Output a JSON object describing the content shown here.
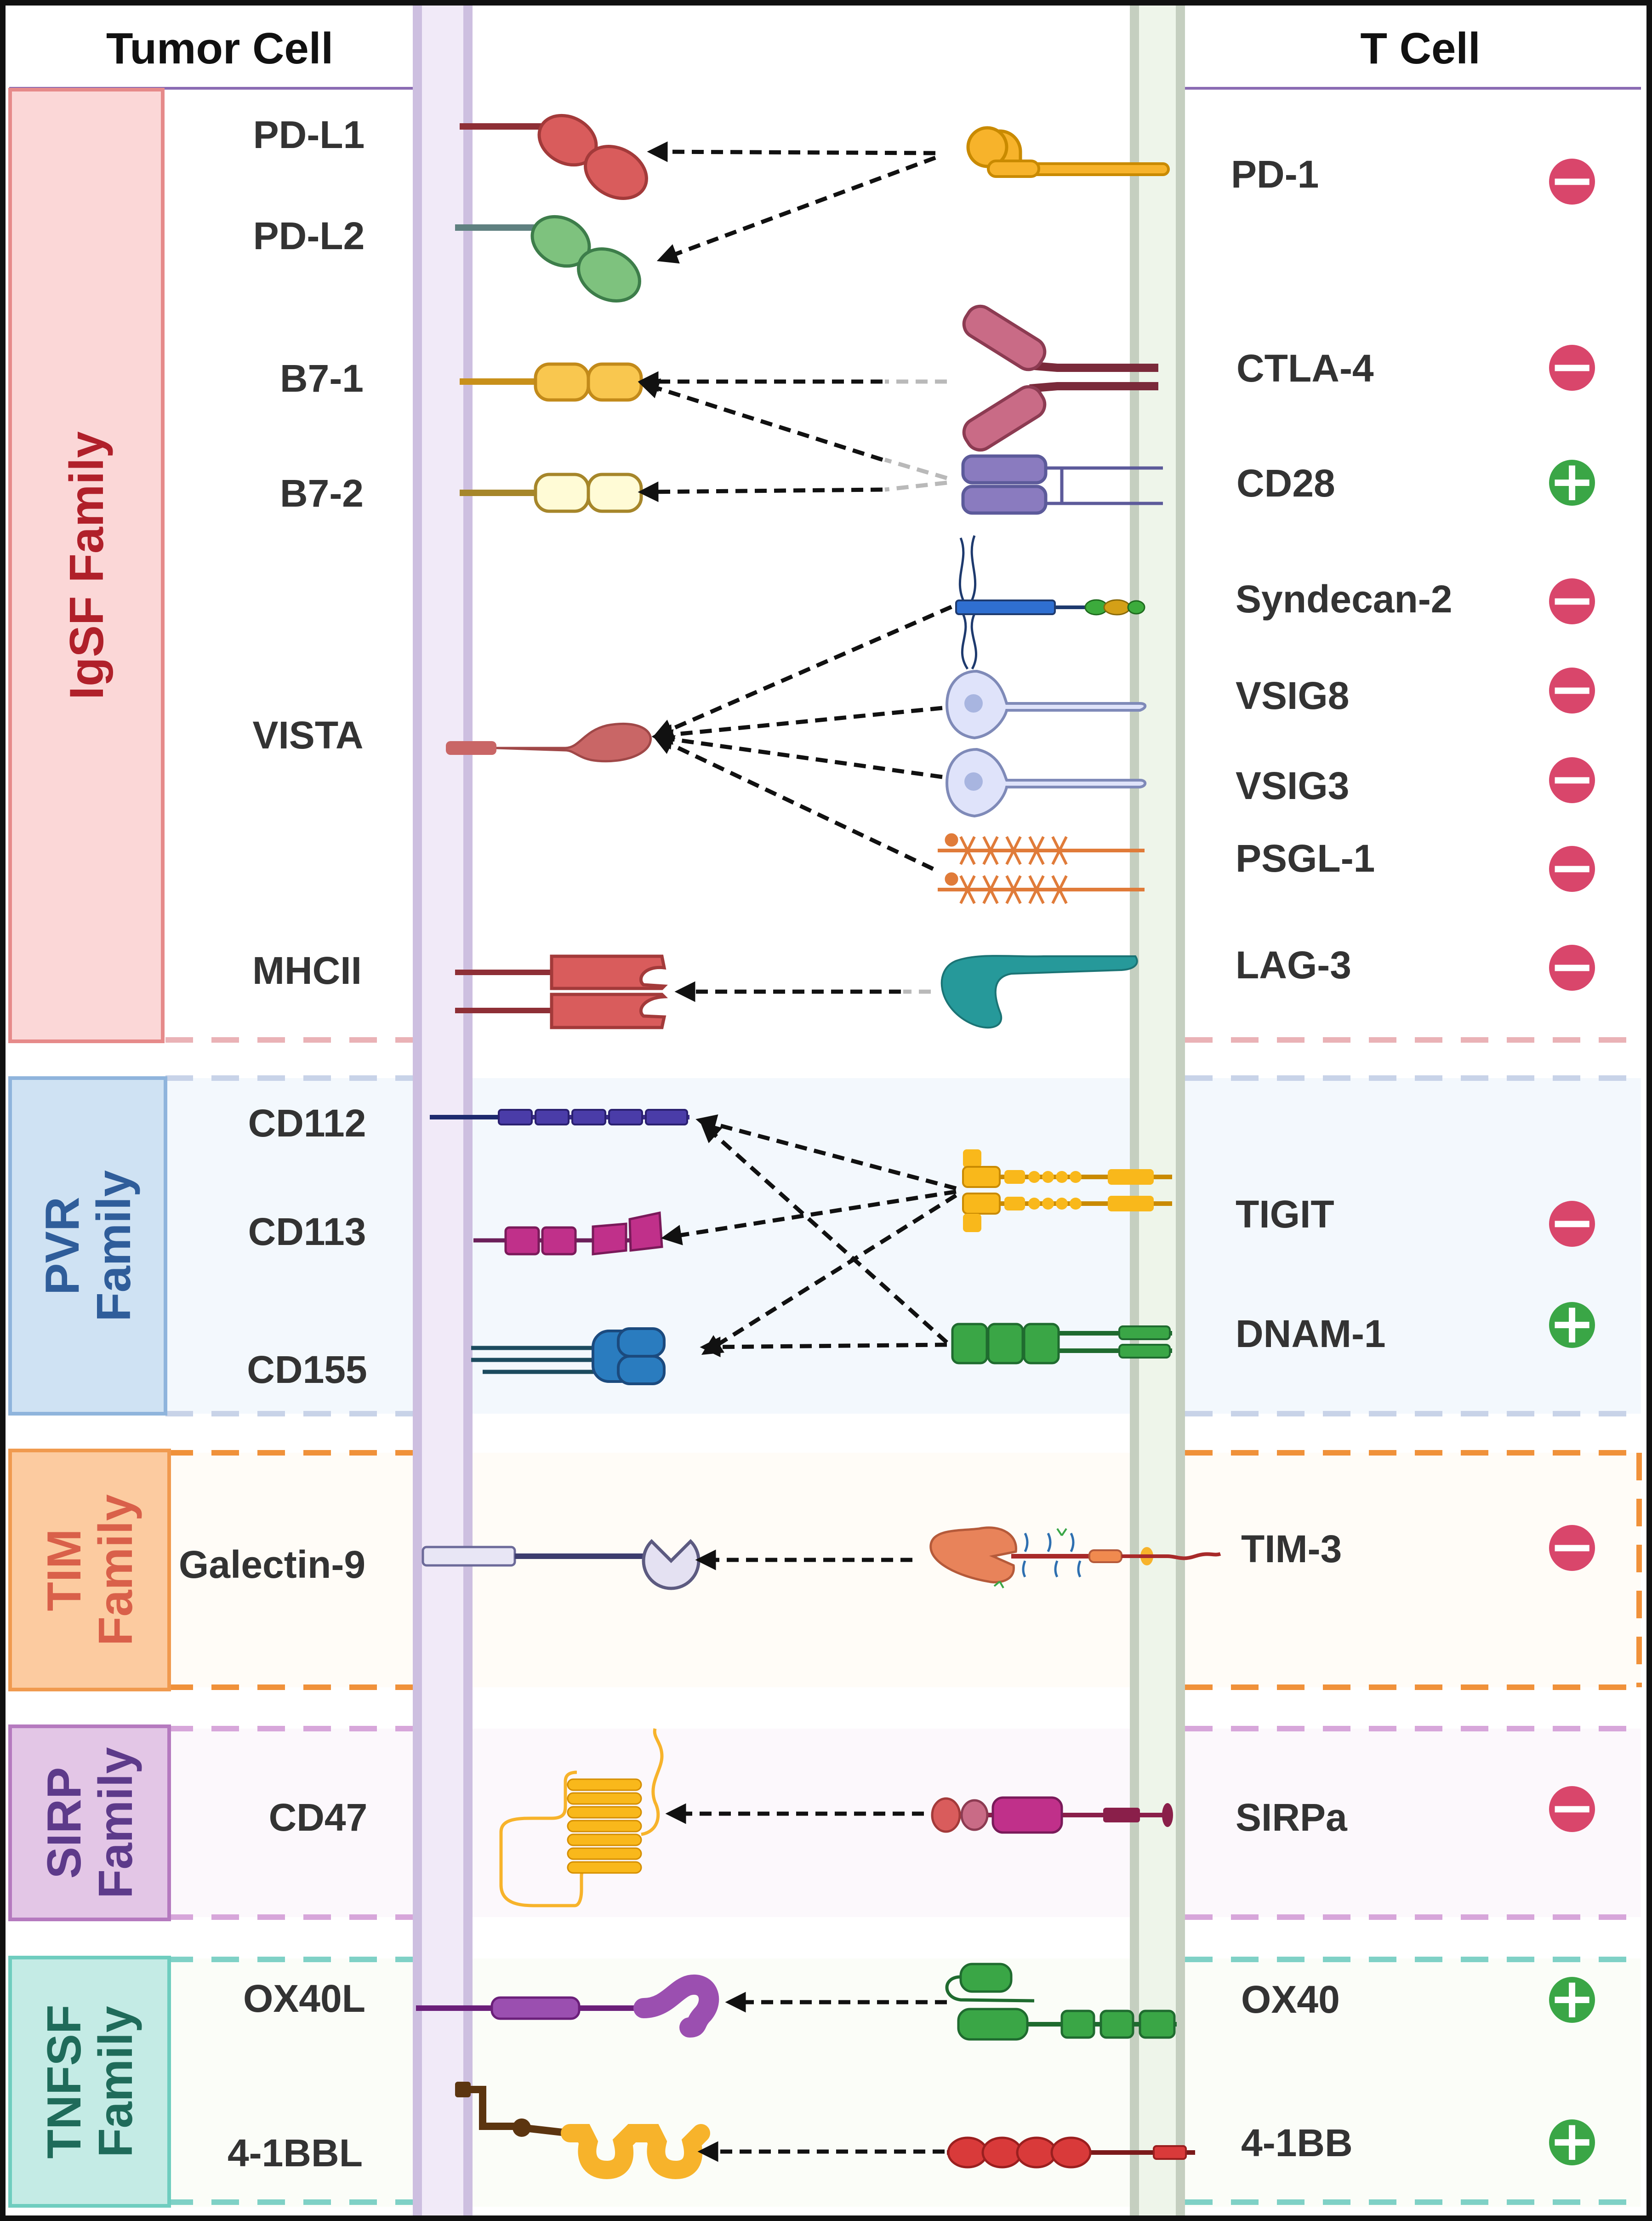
{
  "headers": {
    "left": "Tumor Cell",
    "right": "T Cell"
  },
  "families": [
    {
      "id": "igsf",
      "name": "IgSF Family",
      "lines": [
        "IgSF Family"
      ],
      "fill": "#fbd7d7",
      "stroke": "#e68a8a",
      "text": "#b0202a"
    },
    {
      "id": "pvr",
      "name": "PVR Family",
      "lines": [
        "PVR",
        "Family"
      ],
      "fill": "#cfe2f3",
      "stroke": "#8fb4dc",
      "text": "#2f5d9a"
    },
    {
      "id": "tim",
      "name": "TIM Family",
      "lines": [
        "TIM",
        "Family"
      ],
      "fill": "#fccba0",
      "stroke": "#f09a4f",
      "text": "#d9604a"
    },
    {
      "id": "sirp",
      "name": "SIRP Family",
      "lines": [
        "SIRP",
        "Family"
      ],
      "fill": "#e3c6e6",
      "stroke": "#b57abf",
      "text": "#5d3a8a"
    },
    {
      "id": "tnfsf",
      "name": "TNFSF Family",
      "lines": [
        "TNFSF",
        "Family"
      ],
      "fill": "#c4ebe5",
      "stroke": "#6fcdbf",
      "text": "#1f6b5a"
    }
  ],
  "ligands": {
    "pdl1": "PD-L1",
    "pdl2": "PD-L2",
    "b71": "B7-1",
    "b72": "B7-2",
    "vista": "VISTA",
    "mhcii": "MHCII",
    "cd112": "CD112",
    "cd113": "CD113",
    "cd155": "CD155",
    "galectin9": "Galectin-9",
    "cd47": "CD47",
    "ox40l": "OX40L",
    "4-1bbl": "4-1BBL"
  },
  "receptors": {
    "pd1": {
      "label": "PD-1",
      "sign": "−"
    },
    "ctla4": {
      "label": "CTLA-4",
      "sign": "−"
    },
    "cd28": {
      "label": "CD28",
      "sign": "+"
    },
    "syndecan2": {
      "label": "Syndecan-2",
      "sign": "−"
    },
    "vsig8": {
      "label": "VSIG8",
      "sign": "−"
    },
    "vsig3": {
      "label": "VSIG3",
      "sign": "−"
    },
    "psgl1": {
      "label": "PSGL-1",
      "sign": "−"
    },
    "lag3": {
      "label": "LAG-3",
      "sign": "−"
    },
    "tigit": {
      "label": "TIGIT",
      "sign": "−"
    },
    "dnam1": {
      "label": "DNAM-1",
      "sign": "+"
    },
    "tim3": {
      "label": "TIM-3",
      "sign": "−"
    },
    "sirpa": {
      "label": "SIRPa",
      "sign": "−"
    },
    "ox40": {
      "label": "OX40",
      "sign": "+"
    },
    "4-1bb": {
      "label": "4-1BB",
      "sign": "+"
    }
  },
  "colors": {
    "inhibitory": "#d9466b",
    "stimulatory": "#3aa646"
  }
}
